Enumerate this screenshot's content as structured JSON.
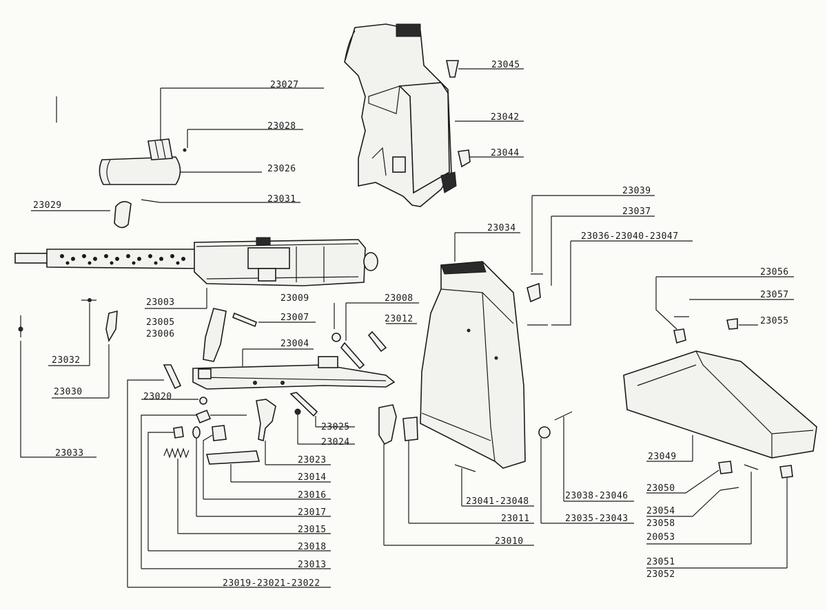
{
  "labels": {
    "p23027": "23027",
    "p23028": "23028",
    "p23026": "23026",
    "p23031": "23031",
    "p23029": "23029",
    "p23045": "23045",
    "p23042": "23042",
    "p23044": "23044",
    "p23039": "23039",
    "p23037": "23037",
    "p23034": "23034",
    "p23036": "23036-23040-23047",
    "p23056": "23056",
    "p23057": "23057",
    "p23055": "23055",
    "p23003": "23003",
    "p23009": "23009",
    "p23008": "23008",
    "p23005": "23005",
    "p23006": "23006",
    "p23007": "23007",
    "p23012": "23012",
    "p23004": "23004",
    "p23032": "23032",
    "p23030": "23030",
    "p23020": "23020",
    "p23025": "23025",
    "p23024": "23024",
    "p23023": "23023",
    "p23014": "23014",
    "p23016": "23016",
    "p23017": "23017",
    "p23015": "23015",
    "p23018": "23018",
    "p23013": "23013",
    "p23019": "23019-23021-23022",
    "p23033": "23033",
    "p23041": "23041-23048",
    "p23011": "23011",
    "p23010": "23010",
    "p23038": "23038-23046",
    "p23035": "23035-23043",
    "p23049": "23049",
    "p23050": "23050",
    "p23054": "23054",
    "p23058": "23058",
    "p20053": "20053",
    "p23051": "23051",
    "p23052": "23052"
  }
}
